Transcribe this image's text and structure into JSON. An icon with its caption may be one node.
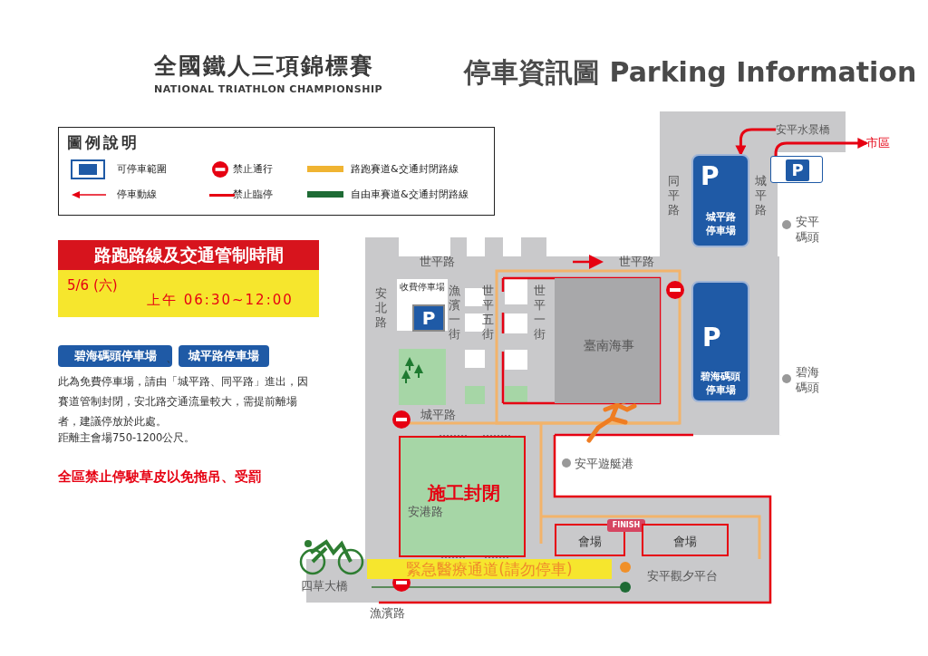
{
  "diagram": {
    "title": "停車資訊圖 Parking Information",
    "nodes": [
      {
        "text": [
          "路跑路線及交通管制時間"
        ]
      },
      {
        "text": [
          "5/6 (六)",
          "上午 06:30~12:00"
        ]
      },
      {
        "text": [
          "碧海碼頭停車場"
        ]
      },
      {
        "text": [
          "城平路停車場"
        ]
      },
      {
        "text": [
          "P",
          "城平路停車場"
        ]
      },
      {
        "text": [
          "P",
          "碧海碼頭停車場"
        ]
      },
      {
        "text": [
          "P"
        ]
      },
      {
        "text": [
          "收費停車場",
          "P"
        ]
      },
      {
        "text": [
          "臺南海事"
        ]
      },
      {
        "text": [
          "施工封閉"
        ]
      },
      {
        "text": [
          "會場"
        ]
      },
      {
        "text": [
          "FINISH"
        ]
      },
      {
        "text": [
          "會場"
        ]
      },
      {
        "text": [
          "緊急醫療通道(請勿停車)"
        ]
      },
      {
        "text": [
          "市區"
        ]
      },
      {
        "text": [
          "安平水景橋"
        ]
      }
    ],
    "edges": [
      {
        "from": 15,
        "to": 4,
        "arrow": "to"
      },
      {
        "from": 6,
        "to": 14,
        "arrow": "to"
      }
    ],
    "labels": [
      "全國鐵人三項錦標賽",
      "NATIONAL TRIATHLON CHAMPIONSHIP",
      "圖例說明",
      "、",
      "此為免費停車場，請由「城平路、同平路」進出，因賽道管制封閉，安北路交通流量較大，需提前離場者，建議停放於此處。",
      "距離主會場750-1200公尺。",
      "全區禁止停駛草皮以免拖吊、受罰",
      "同平路",
      "城平路",
      "安平碼頭",
      "世平路",
      "世平路",
      "安北路",
      "漁濱一街",
      "世平五街",
      "世平一街",
      "碧海碼頭",
      "城平路",
      "安平遊艇港",
      "安港路",
      "四草大橋",
      "安平觀夕平台",
      "漁濱路"
    ],
    "legend": [
      {
        "text": "可停車範圍"
      },
      {
        "text": "禁止通行"
      },
      {
        "text": "路跑賽道&交通封閉路線",
        "color": "#f0b432"
      },
      {
        "text": "停車動線"
      },
      {
        "text": "禁止臨停"
      },
      {
        "text": "自由車賽道&交通封閉路線",
        "color": "#1e6b35"
      }
    ]
  }
}
